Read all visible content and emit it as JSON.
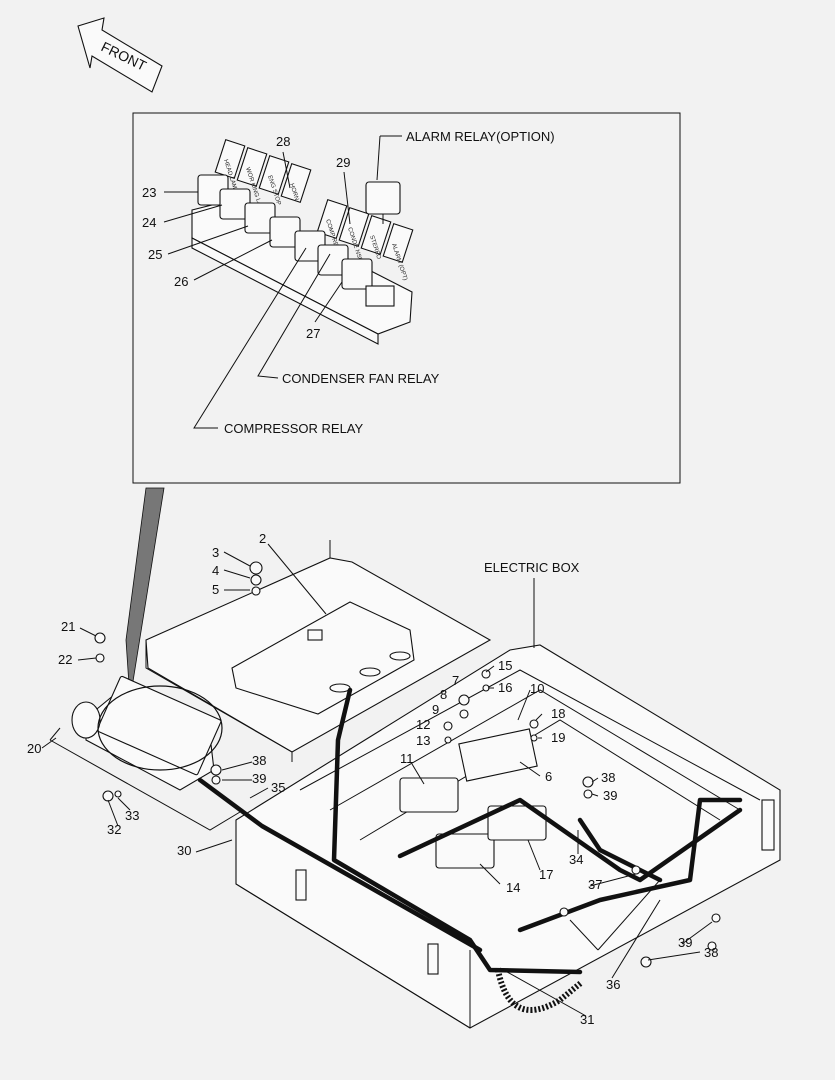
{
  "front_label": "FRONT",
  "detail": {
    "alarm_relay": "ALARM RELAY(OPTION)",
    "condenser_fan_relay": "CONDENSER FAN RELAY",
    "compressor_relay": "COMPRESSOR RELAY",
    "relay_labels": [
      "HEAD LAMP",
      "WOR KING LAMP",
      "ENG STOP",
      "HORN",
      "COMP RESSOR",
      "CONDE NSER FAN",
      "STEREO",
      "ALARM (OPT)"
    ]
  },
  "electric_box": "ELECTRIC BOX",
  "callouts": {
    "n2": "2",
    "n3": "3",
    "n4": "4",
    "n5": "5",
    "n6": "6",
    "n7": "7",
    "n8": "8",
    "n9": "9",
    "n10": "10",
    "n11": "11",
    "n12": "12",
    "n13": "13",
    "n14": "14",
    "n15": "15",
    "n16": "16",
    "n17": "17",
    "n18": "18",
    "n19": "19",
    "n20": "20",
    "n21": "21",
    "n22": "22",
    "n23": "23",
    "n24": "24",
    "n25": "25",
    "n26": "26",
    "n27": "27",
    "n28": "28",
    "n29": "29",
    "n30": "30",
    "n31": "31",
    "n32": "32",
    "n33": "33",
    "n34": "34",
    "n35": "35",
    "n36": "36",
    "n37": "37",
    "n38a": "38",
    "n38b": "38",
    "n38c": "38",
    "n39a": "39",
    "n39b": "39",
    "n39c": "39"
  }
}
